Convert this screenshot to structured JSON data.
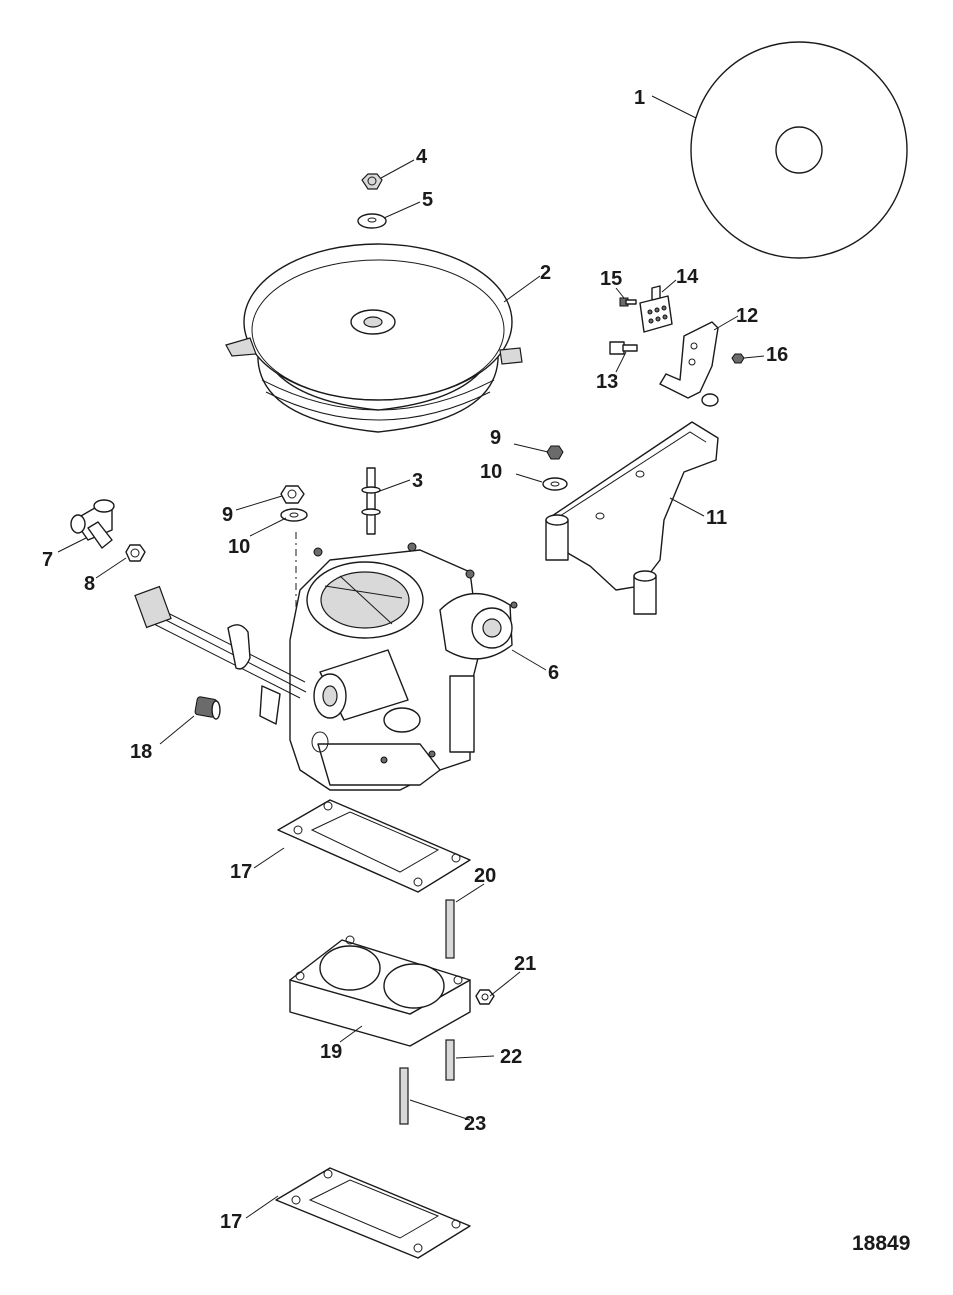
{
  "figure_number": "18849",
  "callouts": {
    "c1": "1",
    "c2": "2",
    "c3": "3",
    "c4": "4",
    "c5": "5",
    "c6": "6",
    "c7": "7",
    "c8": "8",
    "c9a": "9",
    "c9b": "9",
    "c10a": "10",
    "c10b": "10",
    "c11": "11",
    "c12": "12",
    "c13": "13",
    "c14": "14",
    "c15": "15",
    "c16": "16",
    "c17a": "17",
    "c17b": "17",
    "c18": "18",
    "c19": "19",
    "c20": "20",
    "c21": "21",
    "c22": "22",
    "c23": "23"
  }
}
